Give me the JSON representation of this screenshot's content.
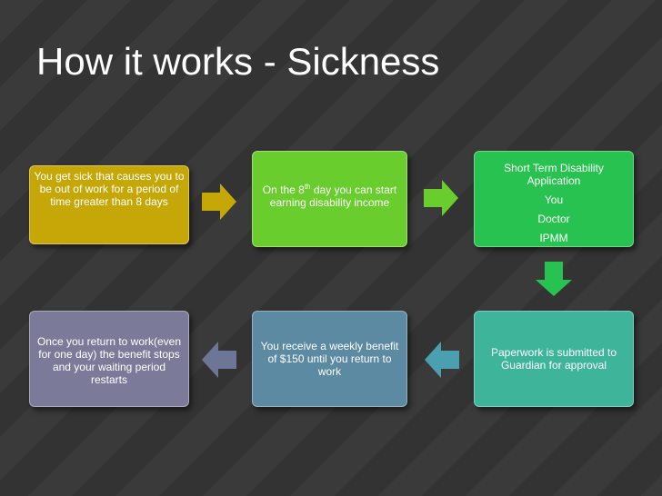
{
  "title": "How it works - Sickness",
  "boxes": {
    "sick": {
      "text": "You get sick that causes you to be out of work for a period of time greater than 8 days",
      "color": "#c5a708"
    },
    "eighth": {
      "text_before": "On the 8",
      "text_sup": "th",
      "text_after": " day you can start earning disability income",
      "color": "#6acd2e"
    },
    "application": {
      "title": "Short Term Disability Application",
      "items": [
        "You",
        "Doctor",
        "IPMM"
      ],
      "color": "#27c24f"
    },
    "paperwork": {
      "text": "Paperwork is submitted to Guardian for approval",
      "color": "#3eb49a"
    },
    "weekly": {
      "text": "You receive a weekly benefit of $150 until you return to work",
      "color": "#5b8aa2"
    },
    "return": {
      "text": "Once you return to work(even for one day) the benefit stops and your waiting period restarts",
      "color": "#7b7a99"
    }
  },
  "arrows": [
    {
      "from": "sick",
      "to": "eighth",
      "direction": "right",
      "color": "#c5a708"
    },
    {
      "from": "eighth",
      "to": "application",
      "direction": "right",
      "color": "#6acd2e"
    },
    {
      "from": "application",
      "to": "paperwork",
      "direction": "down",
      "color": "#27c24f"
    },
    {
      "from": "paperwork",
      "to": "weekly",
      "direction": "left",
      "color": "#4a9fb0"
    },
    {
      "from": "weekly",
      "to": "return",
      "direction": "left",
      "color": "#6e7698"
    }
  ]
}
